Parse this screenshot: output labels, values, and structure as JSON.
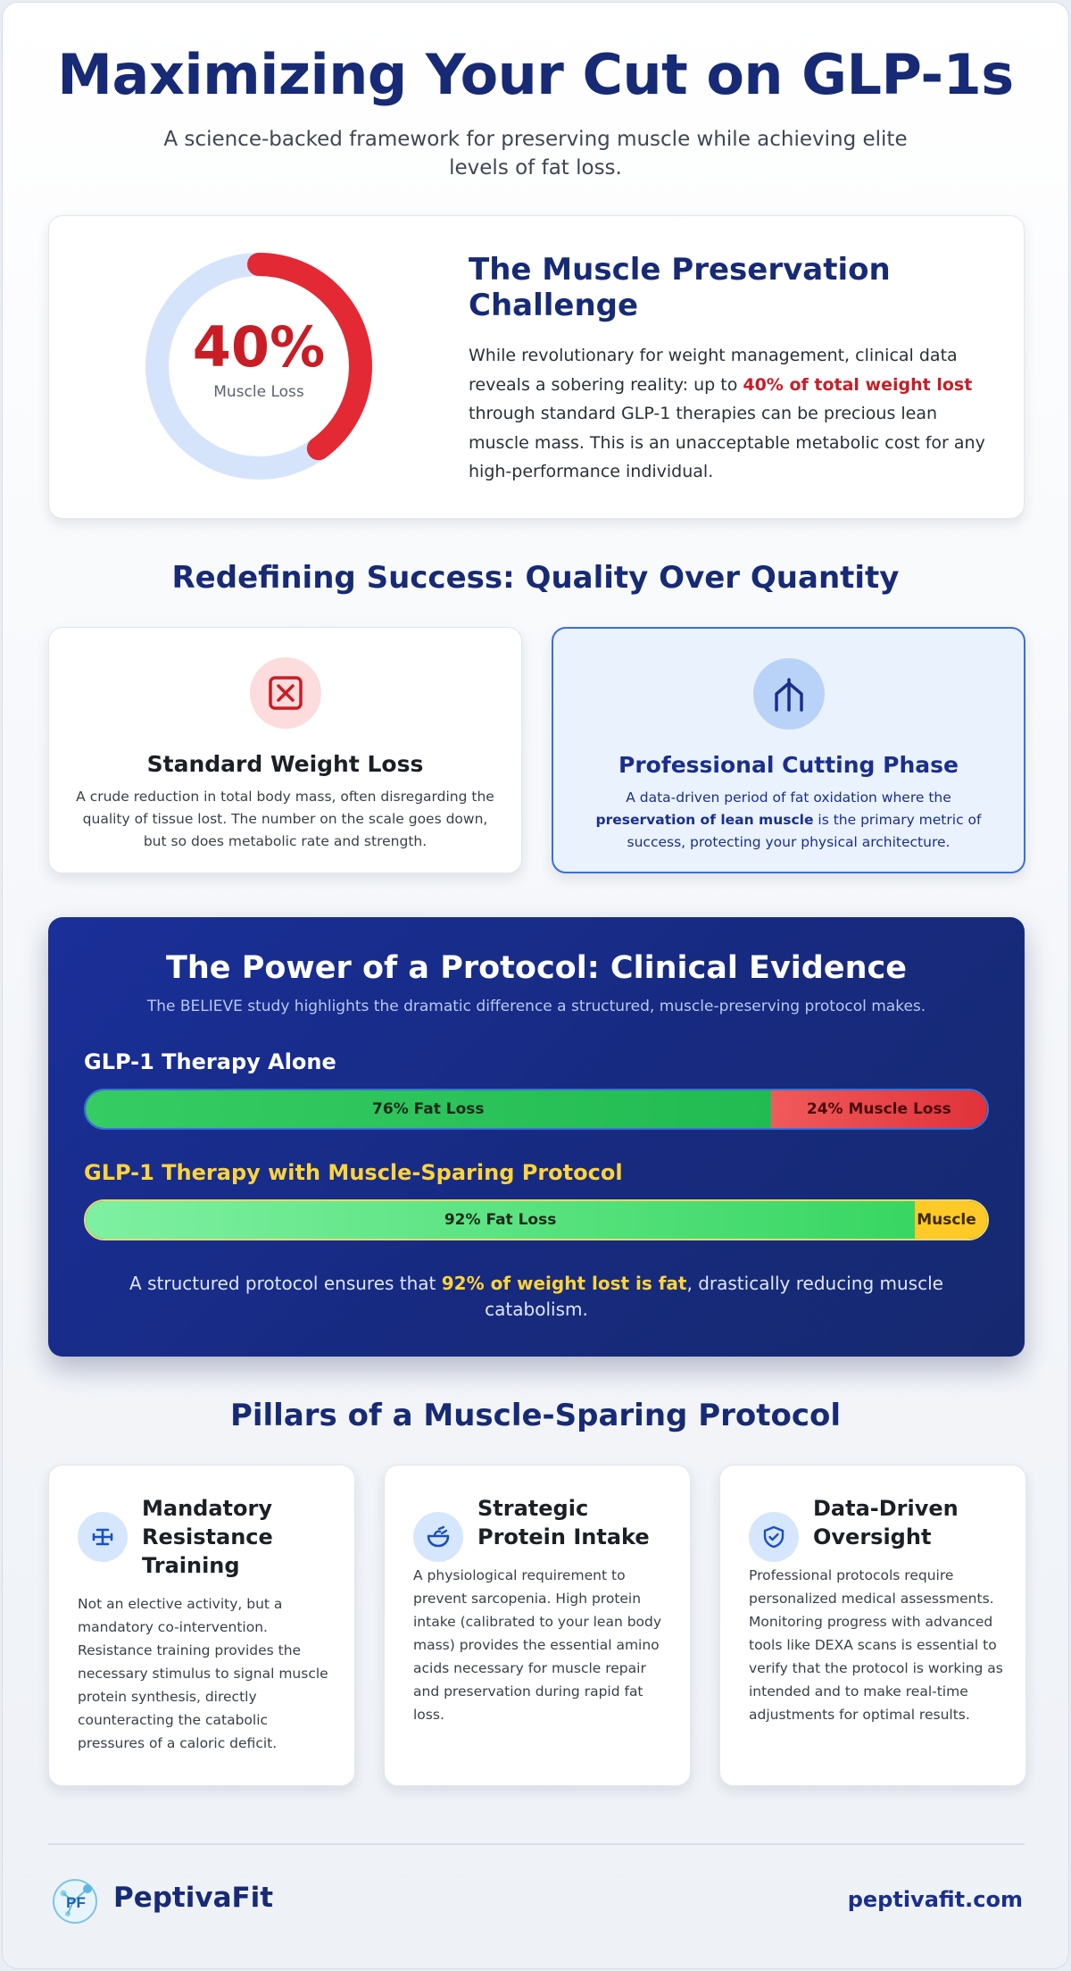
{
  "header": {
    "title": "Maximizing Your Cut on GLP-1s",
    "subtitle": "A science-backed framework for preserving muscle while achieving elite levels of fat loss."
  },
  "challenge": {
    "donut_value": "40%",
    "donut_fraction": 0.4,
    "donut_label": "Muscle Loss",
    "title": "The Muscle Preservation Challenge",
    "body_before": "While revolutionary for weight management, clinical data reveals a sobering reality: up to ",
    "body_highlight": "40% of total weight lost",
    "body_after": " through standard GLP-1 therapies can be precious lean muscle mass. This is an unacceptable metabolic cost for any high-performance individual."
  },
  "redefining": {
    "title": "Redefining Success: Quality Over Quantity",
    "standard": {
      "icon": "x-square-icon",
      "title": "Standard Weight Loss",
      "body": "A crude reduction in total body mass, often disregarding the quality of tissue lost. The number on the scale goes down, but so does metabolic rate and strength."
    },
    "professional": {
      "icon": "architecture-icon",
      "title": "Professional Cutting Phase",
      "body_before": "A data-driven period of fat oxidation where the ",
      "body_highlight": "preservation of lean muscle",
      "body_after": " is the primary metric of success, protecting your physical architecture."
    }
  },
  "evidence": {
    "title": "The Power of a Protocol: Clinical Evidence",
    "subtitle": "The BELIEVE study highlights the dramatic difference a structured, muscle-preserving protocol makes.",
    "bars": [
      {
        "label": "GLP-1 Therapy Alone",
        "fat_percent": 76,
        "muscle_percent": 24,
        "fat_label": "76% Fat Loss",
        "muscle_label": "24% Muscle Loss"
      },
      {
        "label": "GLP-1 Therapy with Muscle-Sparing Protocol",
        "fat_percent": 92,
        "muscle_percent": 8,
        "fat_label": "92% Fat Loss",
        "muscle_label": "Muscle"
      }
    ],
    "note_before": "A structured protocol ensures that ",
    "note_highlight": "92% of weight lost is fat",
    "note_after": ", drastically reducing muscle catabolism."
  },
  "pillars": {
    "title": "Pillars of a Muscle-Sparing Protocol",
    "items": [
      {
        "icon": "dumbbell-icon",
        "title": "Mandatory Resistance Training",
        "body": "Not an elective activity, but a mandatory co-intervention. Resistance training provides the necessary stimulus to signal muscle protein synthesis, directly counteracting the catabolic pressures of a caloric deficit."
      },
      {
        "icon": "bowl-icon",
        "title": "Strategic Protein Intake",
        "body": "A physiological requirement to prevent sarcopenia. High protein intake (calibrated to your lean body mass) provides the essential amino acids necessary for muscle repair and preservation during rapid fat loss."
      },
      {
        "icon": "shield-check-icon",
        "title": "Data-Driven Oversight",
        "body": "Professional protocols require personalized medical assessments. Monitoring progress with advanced tools like DEXA scans is essential to verify that the protocol is working as intended and to make real-time adjustments for optimal results."
      }
    ]
  },
  "footer": {
    "logo_text": "PF",
    "brand": "PeptivaFit",
    "url": "peptivafit.com"
  },
  "colors": {
    "navy": "#172a75",
    "accent_red": "#c81d25",
    "accent_gold": "#ffd43b",
    "fat_green": "#22bb52",
    "muscle_red": "#e0323a"
  }
}
